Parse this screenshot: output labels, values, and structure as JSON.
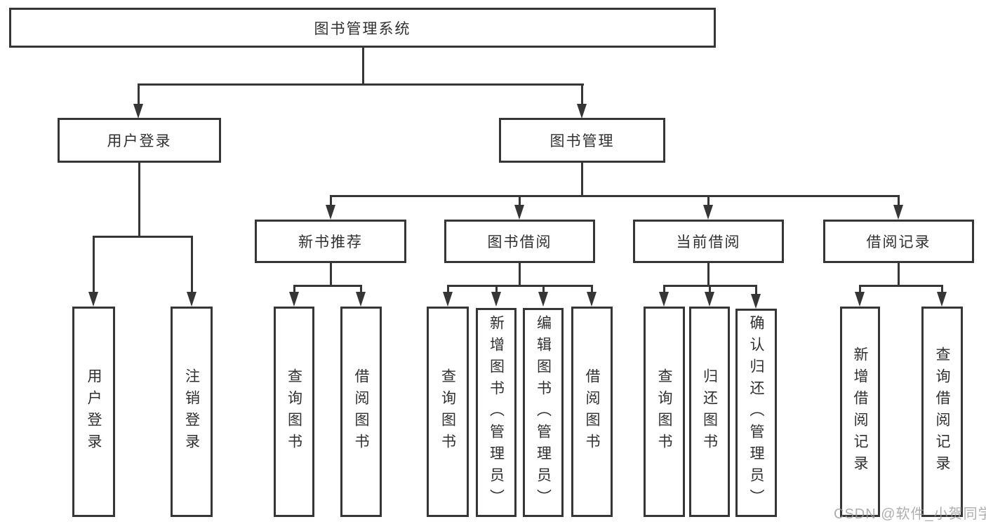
{
  "nodes": {
    "root": {
      "label": "图书管理系统"
    },
    "user_login": {
      "label": "用户登录"
    },
    "book_mgmt": {
      "label": "图书管理"
    },
    "new_book_rec": {
      "label": "新书推荐"
    },
    "book_borrow": {
      "label": "图书借阅"
    },
    "current_borrow": {
      "label": "当前借阅"
    },
    "borrow_record": {
      "label": "借阅记录"
    },
    "ul_user_login": {
      "label": "用户登录"
    },
    "ul_logout": {
      "label": "注销登录"
    },
    "nbr_query_book": {
      "label": "查询图书"
    },
    "nbr_borrow_book": {
      "label": "借阅图书"
    },
    "bb_query_book": {
      "label": "查询图书"
    },
    "bb_add_book": {
      "label": "新增图书（管理员）"
    },
    "bb_edit_book": {
      "label": "编辑图书（管理员）"
    },
    "bb_borrow_book": {
      "label": "借阅图书"
    },
    "cb_query_book": {
      "label": "查询图书"
    },
    "cb_return_book": {
      "label": "归还图书"
    },
    "cb_confirm_return": {
      "label": "确认归还（管理员）"
    },
    "br_add_record": {
      "label": "新增借阅记录"
    },
    "br_query_record": {
      "label": "查询借阅记录"
    }
  },
  "watermark": {
    "text": "CSDN @软件_小贺同学"
  },
  "colors": {
    "line": "#363636",
    "text": "#303030",
    "box_bg": "#ffffff",
    "watermark": "#9a9a9a"
  }
}
